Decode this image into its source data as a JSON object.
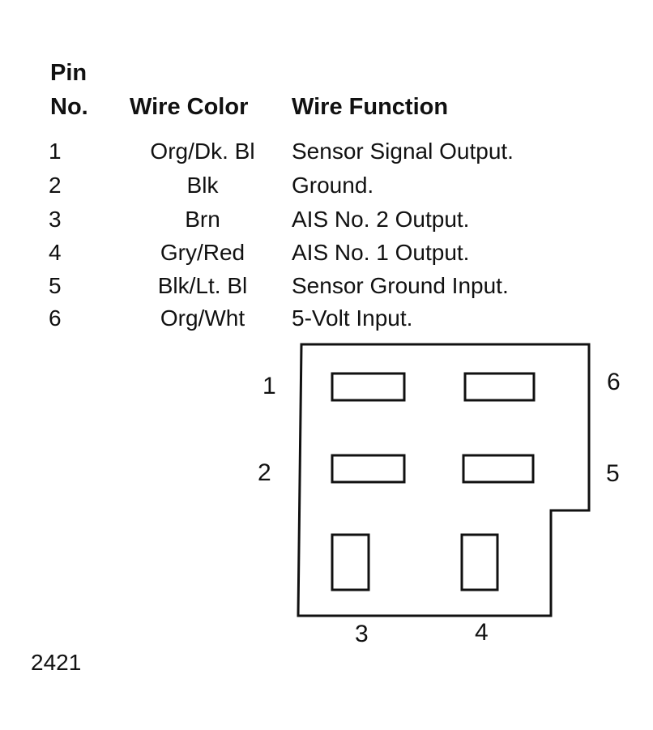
{
  "table": {
    "headers": {
      "pin_line1": "Pin",
      "pin_line2": "No.",
      "wire_color": "Wire Color",
      "wire_function": "Wire Function"
    },
    "rows": [
      {
        "pin": "1",
        "color": "Org/Dk. Bl",
        "function": "Sensor Signal Output."
      },
      {
        "pin": "2",
        "color": "Blk",
        "function": "Ground."
      },
      {
        "pin": "3",
        "color": "Brn",
        "function": "AIS No. 2 Output."
      },
      {
        "pin": "4",
        "color": "Gry/Red",
        "function": "AIS No. 1 Output."
      },
      {
        "pin": "5",
        "color": "Blk/Lt. Bl",
        "function": "Sensor Ground Input."
      },
      {
        "pin": "6",
        "color": "Org/Wht",
        "function": "5-Volt Input."
      }
    ]
  },
  "connector": {
    "labels": {
      "pin1": "1",
      "pin2": "2",
      "pin3": "3",
      "pin4": "4",
      "pin5": "5",
      "pin6": "6"
    }
  },
  "figure_number": "2421"
}
